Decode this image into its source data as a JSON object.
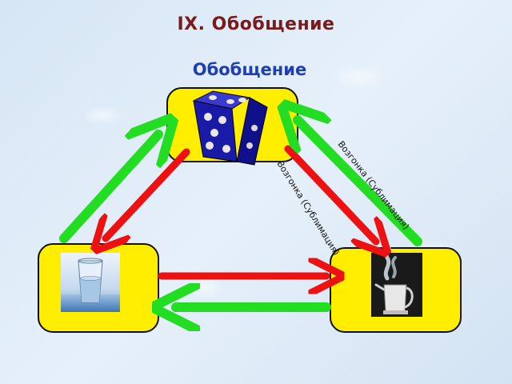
{
  "slide": {
    "title": "IX. Обобщение"
  },
  "diagram": {
    "header": "Обобщение",
    "label_upper": "Возгонка (Сублимация)",
    "label_lower": "Возгонка (Сублимация)",
    "nodes": [
      {
        "id": "solid",
        "depicts": "blue-die"
      },
      {
        "id": "liquid",
        "depicts": "glass-of-water"
      },
      {
        "id": "gas",
        "depicts": "steaming-kettle"
      }
    ],
    "colors": {
      "box_fill": "#ffee00",
      "box_border": "#111111",
      "arrow_green": "#22dd22",
      "arrow_red": "#ee1111",
      "die": "#1a1aa8",
      "header_text": "#1f3fb0",
      "title_text": "#7a1a1a"
    }
  }
}
